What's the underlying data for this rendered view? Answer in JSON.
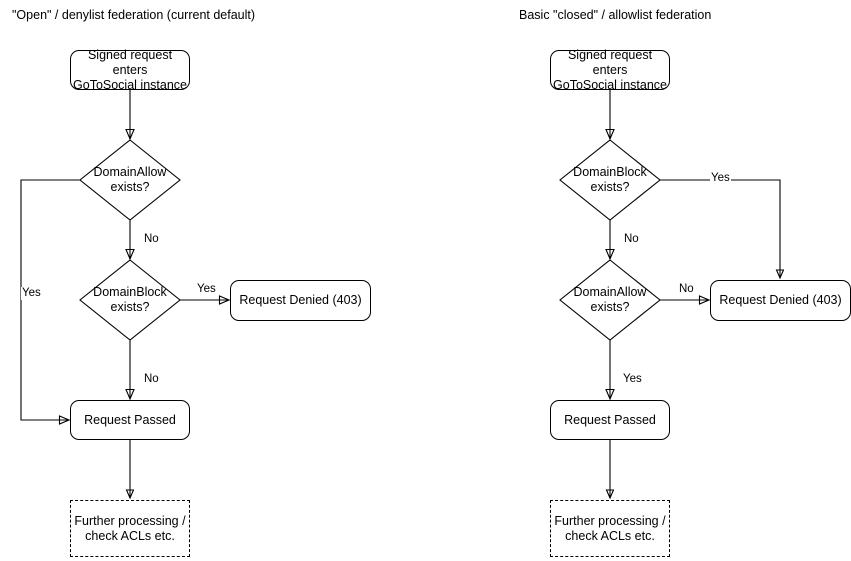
{
  "diagrams": [
    {
      "id": "open-denylist",
      "title": "\"Open\" / denylist federation (current default)",
      "nodes": {
        "start": "Signed request enters\nGoToSocial instance",
        "decision1": "DomainAllow\nexists?",
        "decision2": "DomainBlock\nexists?",
        "denied": "Request Denied (403)",
        "passed": "Request Passed",
        "further": "Further processing /\ncheck ACLs etc."
      },
      "edge_labels": {
        "allow_yes": "Yes",
        "allow_no": "No",
        "block_yes": "Yes",
        "block_no": "No"
      }
    },
    {
      "id": "closed-allowlist",
      "title": "Basic \"closed\" / allowlist federation",
      "nodes": {
        "start": "Signed request enters\nGoToSocial instance",
        "decision1": "DomainBlock\nexists?",
        "decision2": "DomainAllow\nexists?",
        "denied": "Request Denied (403)",
        "passed": "Request Passed",
        "further": "Further processing /\ncheck ACLs etc."
      },
      "edge_labels": {
        "block_yes": "Yes",
        "block_no": "No",
        "allow_no": "No",
        "allow_yes": "Yes"
      }
    }
  ],
  "style": {
    "stroke": "#000000",
    "fill": "#ffffff",
    "text": "#000000"
  }
}
